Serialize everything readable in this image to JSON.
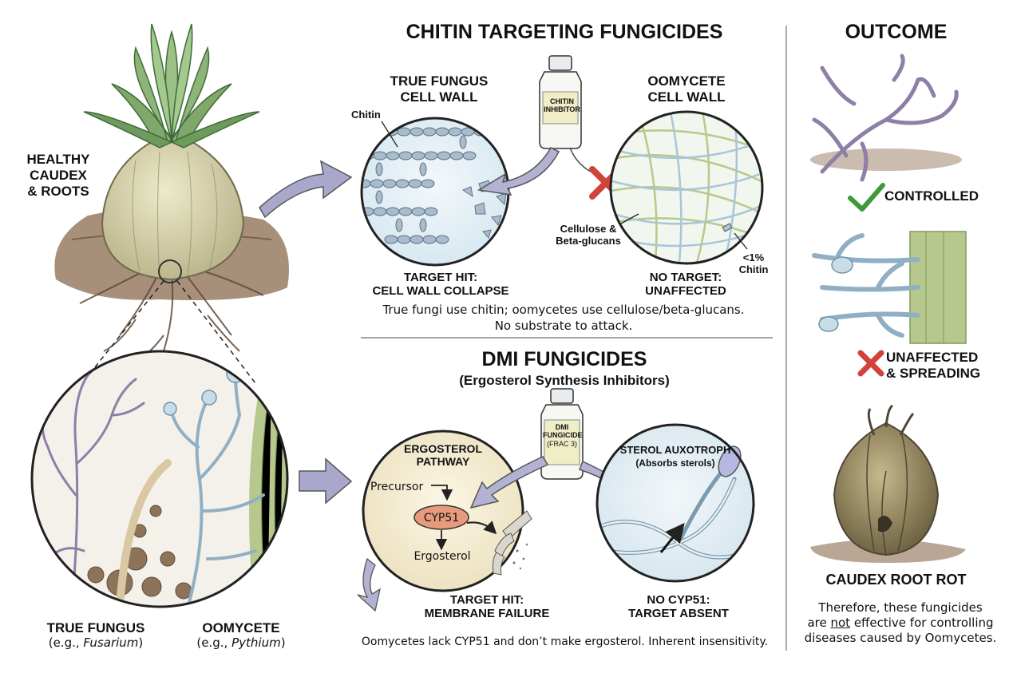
{
  "left": {
    "plant_label": [
      "HEALTHY",
      "CAUDEX",
      "& ROOTS"
    ],
    "true_fungus": {
      "title": "TRUE FUNGUS",
      "example_prefix": "(e.g., ",
      "example_name": "Fusarium",
      "example_suffix": ")"
    },
    "oomycete": {
      "title": "OOMYCETE",
      "example_prefix": "(e.g., ",
      "example_name": "Pythium",
      "example_suffix": ")"
    }
  },
  "chitin": {
    "title": "CHITIN TARGETING FUNGICIDES",
    "bottle_label": [
      "CHITIN",
      "INHIBITOR"
    ],
    "true_fungus_wall": [
      "TRUE FUNGUS",
      "CELL WALL"
    ],
    "oomycete_wall": [
      "OOMYCETE",
      "CELL WALL"
    ],
    "chitin_label": "Chitin",
    "cellulose_label": [
      "Cellulose &",
      "Beta-glucans"
    ],
    "trace_label": [
      "<1%",
      "Chitin"
    ],
    "hit_label": [
      "TARGET HIT:",
      "CELL WALL COLLAPSE"
    ],
    "miss_label": [
      "NO TARGET:",
      "UNAFFECTED"
    ],
    "note": [
      "True fungi use chitin; oomycetes use cellulose/beta-glucans.",
      "No substrate to attack."
    ]
  },
  "dmi": {
    "title": "DMI FUNGICIDES",
    "subtitle": "(Ergosterol Synthesis Inhibitors)",
    "bottle_label": [
      "DMI",
      "FUNGICIDE",
      "(FRAC 3)"
    ],
    "pathway_title": [
      "ERGOSTEROL",
      "PATHWAY"
    ],
    "precursor": "Precursor",
    "enzyme": "CYP51",
    "product": "Ergosterol",
    "auxotroph_title": "STEROL AUXOTROPH",
    "auxotroph_sub": "(Absorbs sterols)",
    "hit_label": [
      "TARGET HIT:",
      "MEMBRANE FAILURE"
    ],
    "miss_label": [
      "NO CYP51:",
      "TARGET ABSENT"
    ],
    "note": "Oomycetes lack CYP51 and don’t make ergosterol. Inherent insensitivity."
  },
  "outcome": {
    "title": "OUTCOME",
    "controlled": "CONTROLLED",
    "unaffected": [
      "UNAFFECTED",
      "& SPREADING"
    ],
    "rot_label": "CAUDEX ROOT ROT",
    "conclusion_line1": "Therefore, these fungicides",
    "conclusion_pre": "are ",
    "conclusion_not": "not",
    "conclusion_post": " effective for controlling",
    "conclusion_line3": "diseases caused by Oomycetes."
  },
  "colors": {
    "leaf": "#7fa86a",
    "bulb": "#d9d6b0",
    "soil": "#8a6a4e",
    "chitin_chain": "#9fb4c8",
    "cellulose_green": "#b7c98a",
    "cellulose_blue": "#a9c6d9",
    "arrow": "#a9a8cc",
    "red_x": "#d0423a",
    "green_check": "#3f9a3a",
    "cyp51": "#e89a7c",
    "pathway_bg": "#f4ecd2",
    "auxotroph_bg": "#e6f0f4"
  }
}
